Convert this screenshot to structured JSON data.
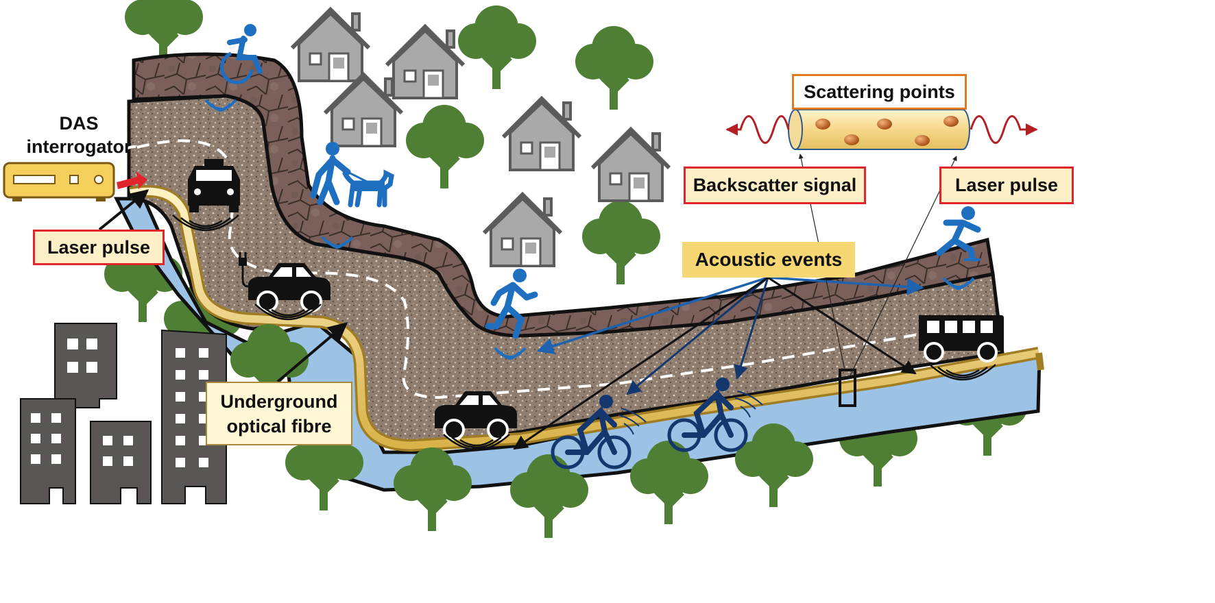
{
  "labels": {
    "das": "DAS\ninterrogator",
    "laser_pulse_left": "Laser pulse",
    "underground_fibre": "Underground\noptical fibre",
    "acoustic_events": "Acoustic events",
    "scattering_points": "Scattering points",
    "backscatter_signal": "Backscatter signal",
    "laser_pulse_right": "Laser pulse"
  },
  "colors": {
    "tree": "#4e7f34",
    "house": "#a9a9a9",
    "building": "#5a5656",
    "water": "#9cc3e6",
    "fibre": "#f3d77a",
    "road": "#8f7e70",
    "paving": "#7a5a55",
    "person": "#1f6fc0",
    "cyclist": "#14386e",
    "vehicle": "#111111",
    "arrow_red": "#e0262a",
    "wave_red": "#b51e23",
    "interrogator": "#f4cf5c"
  },
  "icons": [
    "wheelchair-user-icon",
    "person-with-guide-dog-icon",
    "runner-icon",
    "skater-icon",
    "cyclist-icon",
    "taxi-icon",
    "electric-car-icon",
    "car-icon",
    "bus-icon",
    "house-icon",
    "tree-icon",
    "building-icon"
  ]
}
